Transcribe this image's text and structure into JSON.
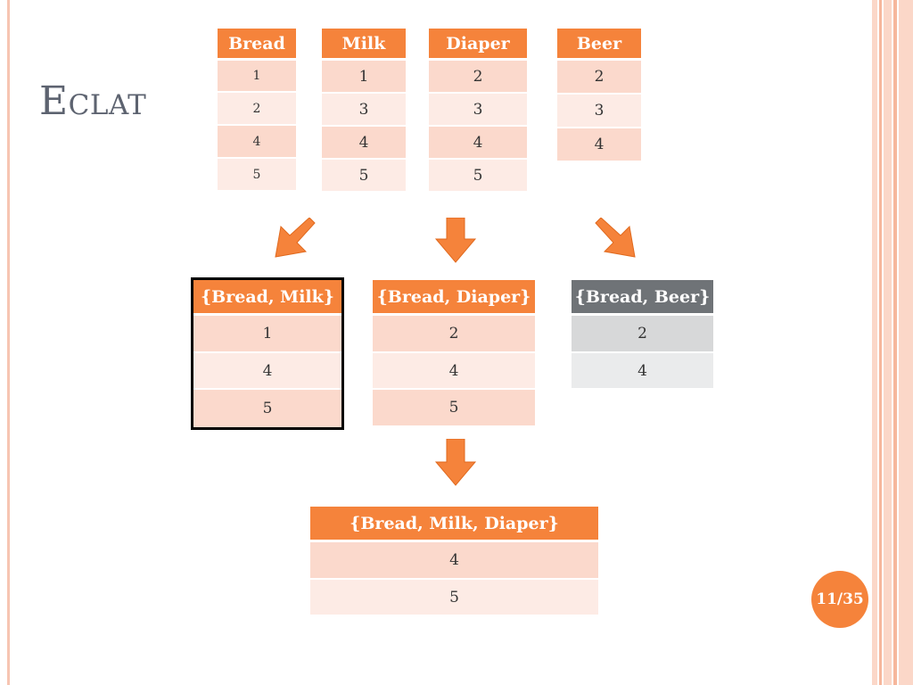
{
  "slide": {
    "title_first": "E",
    "title_rest": "CLAT",
    "page": "11/35"
  },
  "single_items": [
    {
      "header": "Bread",
      "rows": [
        "1",
        "2",
        "4",
        "5"
      ]
    },
    {
      "header": "Milk",
      "rows": [
        "1",
        "3",
        "4",
        "5"
      ]
    },
    {
      "header": "Diaper",
      "rows": [
        "2",
        "3",
        "4",
        "5"
      ]
    },
    {
      "header": "Beer",
      "rows": [
        "2",
        "3",
        "4"
      ]
    }
  ],
  "pair_items": [
    {
      "header": "{Bread, Milk}",
      "rows": [
        "1",
        "4",
        "5"
      ]
    },
    {
      "header": "{Bread, Diaper}",
      "rows": [
        "2",
        "4",
        "5"
      ]
    },
    {
      "header": "{Bread, Beer}",
      "rows": [
        "2",
        "4"
      ]
    }
  ],
  "triple_item": {
    "header": "{Bread, Milk, Diaper}",
    "rows": [
      "4",
      "5"
    ]
  },
  "colors": {
    "accent": "#f5833b",
    "row_light": "#fdebe5",
    "row_mid": "#fbd9cc",
    "gray_header": "#6f7377"
  }
}
